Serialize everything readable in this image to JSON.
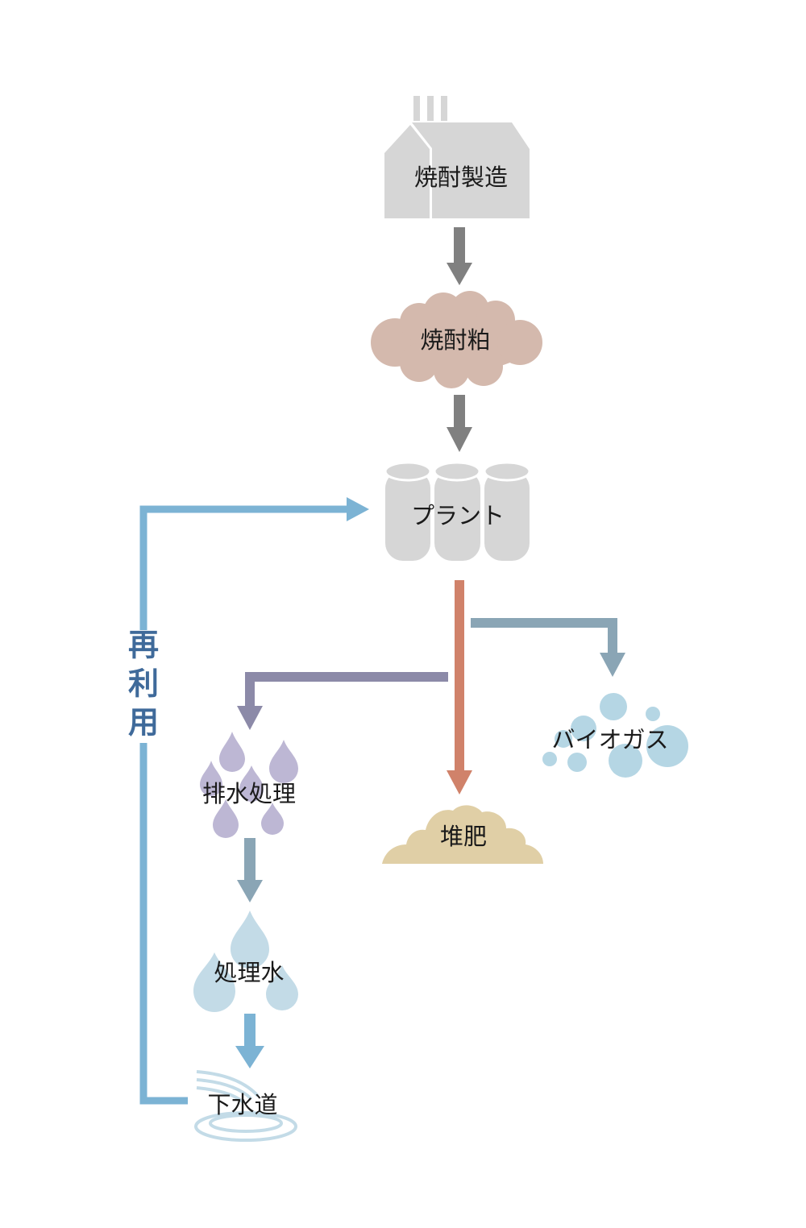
{
  "nodes": {
    "factory": "焼酎製造",
    "lees": "焼酎粕",
    "plant": "プラント",
    "wastewater": "排水処理",
    "compost": "堆肥",
    "biogas": "バイオガス",
    "treated_water": "処理水",
    "sewer": "下水道"
  },
  "reuse_label": [
    "再",
    "利",
    "用"
  ],
  "colors": {
    "factory": "#d6d6d6",
    "lees": "#d4b9ad",
    "plant": "#d6d6d6",
    "arrow_gray": "#808080",
    "arrow_compost": "#d0826a",
    "arrow_wastewater": "#8c8aa8",
    "arrow_biogas": "#8aa5b5",
    "arrow_water": "#7cb3d4",
    "reuse_line": "#7cb3d4",
    "drops_purple": "#bdb7d4",
    "drops_blue": "#c3dbe7",
    "compost": "#e0cfa6",
    "bubbles": "#b5d6e4"
  }
}
